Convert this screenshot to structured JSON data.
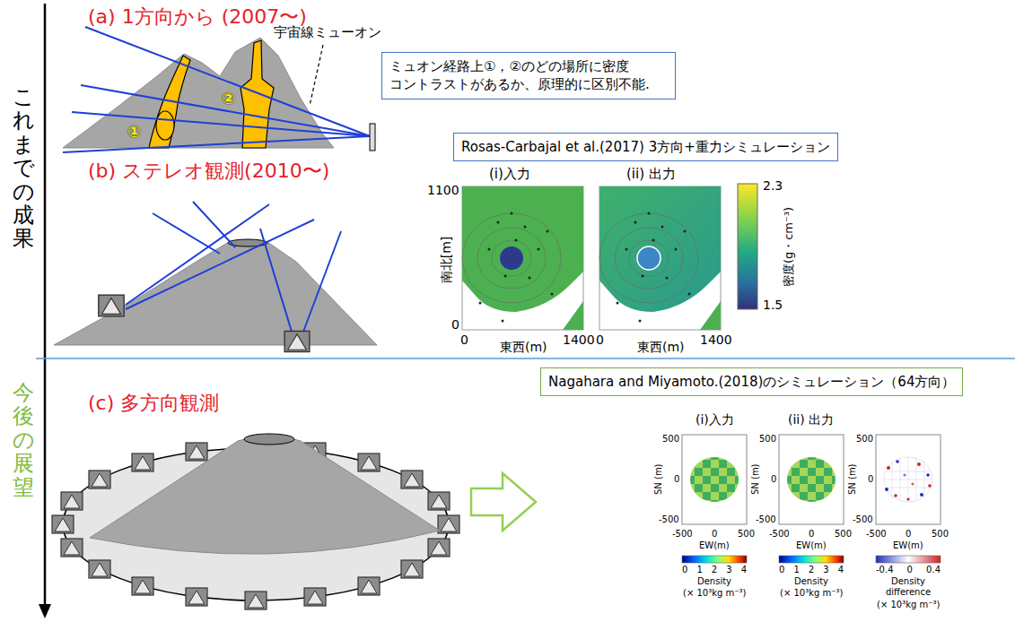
{
  "diagram": {
    "nodes": [
      {
        "text": [
          "ミュオン経路上①，②のどの場所に密度 コントラストがあるか、原理的に区別不能."
        ]
      },
      {
        "text": [
          "Rosas-Carbajal et al.(2017) 3方向+重力シミュレーション"
        ]
      },
      {
        "text": [
          "Nagahara and Miyamoto.(2018)のシミュレーション（64方向）"
        ]
      }
    ],
    "labels": [
      "これまでの成果",
      "今後の展望",
      "(a) 1方向から (2007〜)",
      "宇宙線ミューオン",
      "①",
      "②",
      "(b) ステレオ観測(2010〜)",
      "(i)入力",
      "(ii) 出力",
      "1100",
      "南北[m]",
      "0",
      "0",
      "東西(m)",
      "1400",
      "0",
      "東西(m)",
      "1400",
      "2.3",
      "1.5",
      "密度(g・cm⁻³)",
      "(c) 多方向観測",
      "(i)入力",
      "(ii) 出力",
      "500",
      "0",
      "-500",
      "SN (m)",
      "-500",
      "0",
      "500",
      "EW(m)",
      "0 1 2 3 4",
      "Density",
      "(× 10³kg m⁻³)",
      "500",
      "0",
      "-500",
      "SN (m)",
      "-500",
      "0",
      "500",
      "EW(m)",
      "0 1 2 3 4",
      "Density",
      "(× 10³kg m⁻³)",
      "500",
      "0",
      "-500",
      "SN (m)",
      "-500",
      "0",
      "500",
      "EW(m)",
      "-0.4 0 0.4",
      "Density difference",
      "(× 10³kg m⁻³)"
    ]
  }
}
